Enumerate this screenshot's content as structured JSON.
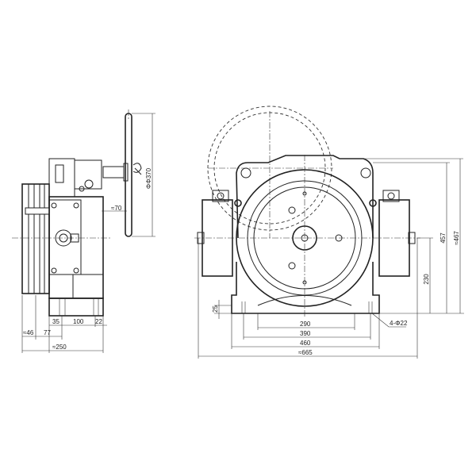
{
  "side_view": {
    "dims": {
      "d35": "35",
      "d100": "100",
      "d22": "22",
      "d46": "≈46",
      "d77": "77",
      "d250": "≈250",
      "d70": "≈70",
      "d370": "ΦΦ370"
    }
  },
  "front_view": {
    "dims": {
      "d290": "290",
      "d390": "390",
      "d460": "460",
      "d665": "≈665",
      "d25": "25",
      "holes": "4-Φ22",
      "d230": "230",
      "d457": "457",
      "d467": "≈467"
    }
  }
}
